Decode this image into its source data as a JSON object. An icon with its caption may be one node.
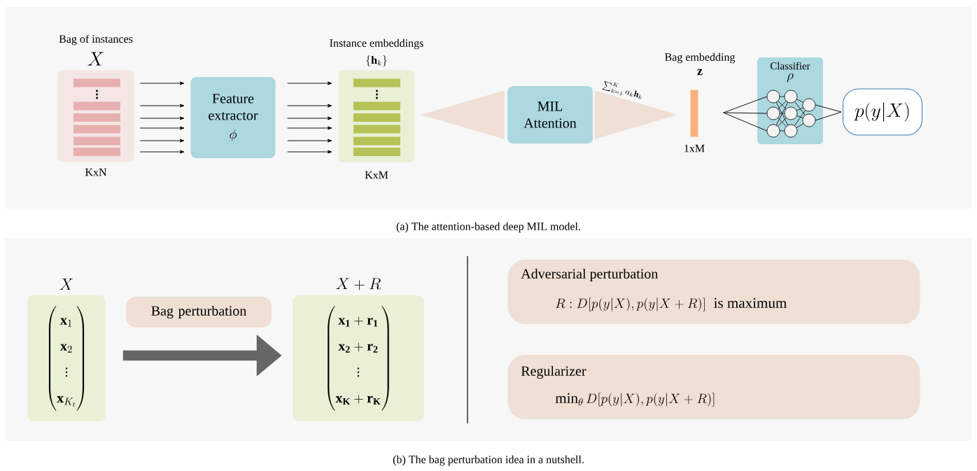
{
  "diagram": {
    "nodes": [
      {
        "text": [
          "Bag of instances",
          "X"
        ],
        "beside": [
          "KxN"
        ]
      },
      {
        "text": [
          "Feature extractor",
          "\\phi"
        ]
      },
      {
        "text": [
          "Instance embeddings",
          "\\{\\mathbf{h}_k\\}"
        ],
        "beside": [
          "KxM"
        ]
      },
      {
        "text": [],
        "shape": "triangle"
      },
      {
        "text": [
          "MIL Attention"
        ]
      },
      {
        "text": [],
        "shape": "triangle",
        "beside": [
          "\\sum_{k=1}^{K} a_k\\mathbf{h}_k"
        ]
      },
      {
        "text": [
          "Bag embedding",
          "\\mathbf{z}"
        ],
        "beside": [
          "1xM"
        ]
      },
      {
        "text": [
          "Classifier",
          "\\rho"
        ]
      },
      {
        "text": [
          "p(y|X)"
        ]
      },
      {
        "text": [
          "X",
          "\\begin{pmatrix}\\mathbf{x}_1\\\\ \\mathbf{x}_2\\\\ \\vdots\\\\ \\mathbf{x}_{K_t}\\end{pmatrix}"
        ]
      },
      {
        "text": [
          "Bag perturbation"
        ]
      },
      {
        "text": [
          "X+R",
          "\\begin{pmatrix}\\mathbf{x_1}+\\mathbf{r_1}\\\\ \\mathbf{x_2}+\\mathbf{r_2}\\\\ \\vdots\\\\ \\mathbf{x_K}+\\mathbf{r_K}\\end{pmatrix}"
        ]
      },
      {
        "text": [
          "Adversarial perturbation",
          "R: D[p(y|X),p(y|X+R)]\\;\\;\\mbox{is maximum}"
        ]
      },
      {
        "text": [
          "Regularizer",
          "\\min_\\theta D[p(y|X),p(y|X+R)]"
        ]
      }
    ],
    "edges": [
      {
        "from": 0,
        "to": 1,
        "arrow": "to"
      },
      {
        "from": 0,
        "to": 1,
        "arrow": "to"
      },
      {
        "from": 0,
        "to": 1,
        "arrow": "to"
      },
      {
        "from": 0,
        "to": 1,
        "arrow": "to"
      },
      {
        "from": 0,
        "to": 1,
        "arrow": "to"
      },
      {
        "from": 0,
        "to": 1,
        "arrow": "to"
      },
      {
        "from": 1,
        "to": 2,
        "arrow": "to"
      },
      {
        "from": 1,
        "to": 2,
        "arrow": "to"
      },
      {
        "from": 1,
        "to": 2,
        "arrow": "to"
      },
      {
        "from": 1,
        "to": 2,
        "arrow": "to"
      },
      {
        "from": 1,
        "to": 2,
        "arrow": "to"
      },
      {
        "from": 1,
        "to": 2,
        "arrow": "to"
      },
      {
        "from": 6,
        "to": 7,
        "arrow": "none"
      },
      {
        "from": 6,
        "to": 7,
        "arrow": "none"
      },
      {
        "from": 6,
        "to": 7,
        "arrow": "none"
      },
      {
        "from": 7,
        "to": 8,
        "arrow": "none"
      },
      {
        "from": 7,
        "to": 8,
        "arrow": "none"
      },
      {
        "from": 9,
        "to": 11,
        "arrow": "to",
        "style": "thick",
        "color": "#666666"
      }
    ],
    "labels": [
      "(a) The attention-based deep MIL model.",
      "(b) The bag perturbation idea in a nutshell."
    ]
  }
}
